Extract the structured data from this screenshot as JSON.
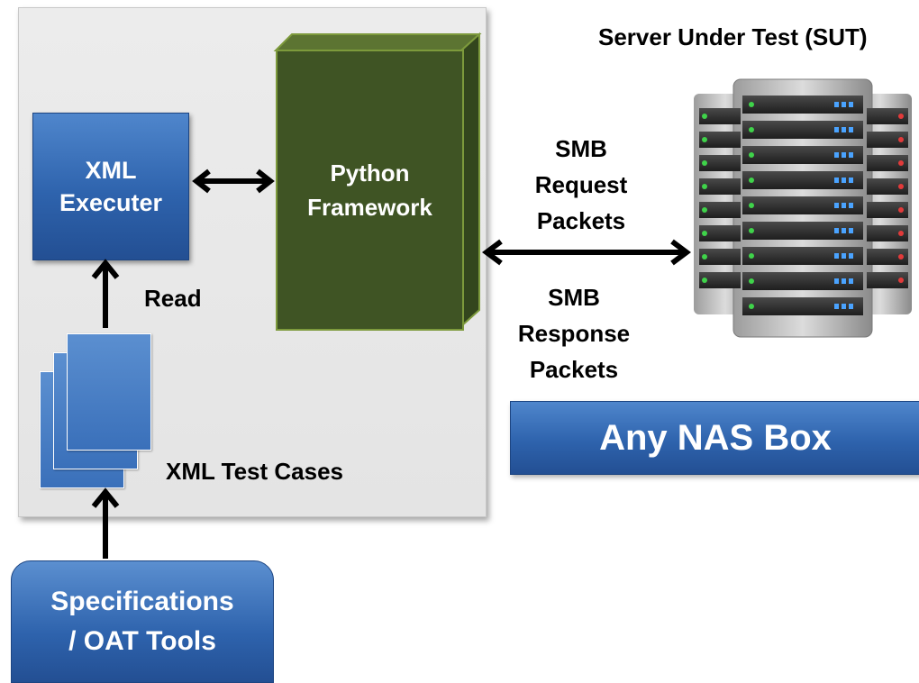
{
  "sut": {
    "title": "Server Under Test (SUT)"
  },
  "xml_executer": {
    "line1": "XML",
    "line2": "Executer"
  },
  "python_framework": {
    "line1": "Python",
    "line2": "Framework"
  },
  "read_label": "Read",
  "test_cases_label": "XML Test Cases",
  "smb_request": {
    "line1": "SMB",
    "line2": "Request",
    "line3": "Packets"
  },
  "smb_response": {
    "line1": "SMB",
    "line2": "Response",
    "line3": "Packets"
  },
  "nas_banner": "Any NAS Box",
  "specs": {
    "line1": "Specifications",
    "line2": "/ OAT Tools"
  },
  "colors": {
    "blue": "#2e63ad",
    "green": "#3f5424",
    "green_border": "#7d9a3c",
    "panel": "#e8e8e8"
  }
}
